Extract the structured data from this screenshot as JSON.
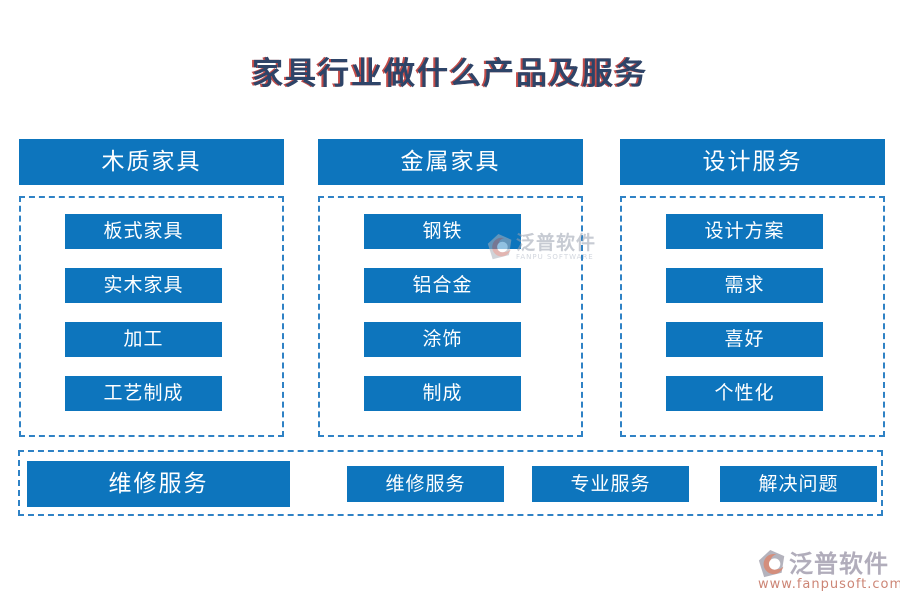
{
  "title": "家具行业做什么产品及服务",
  "colors": {
    "primary_blue": "#0d75bd",
    "dashed_border_blue": "#2f82c5",
    "title_navy": "#2e4468",
    "title_red_offset": "#b92d28",
    "watermark_gray": "#9aa2b0",
    "watermark_red": "#c4705e"
  },
  "columns": [
    {
      "header": "木质家具",
      "items": [
        "板式家具",
        "实木家具",
        "加工",
        "工艺制成"
      ]
    },
    {
      "header": "金属家具",
      "items": [
        "钢铁",
        "铝合金",
        "涂饰",
        "制成"
      ]
    },
    {
      "header": "设计服务",
      "items": [
        "设计方案",
        "需求",
        "喜好",
        "个性化"
      ]
    }
  ],
  "bottom_row": {
    "header": "维修服务",
    "items": [
      "维修服务",
      "专业服务",
      "解决问题"
    ]
  },
  "watermarks": {
    "center": {
      "name": "泛普软件",
      "subtitle": "FANPU SOFTWARE"
    },
    "corner": {
      "name": "泛普软件",
      "url": "www.fanpusoft.com"
    }
  }
}
